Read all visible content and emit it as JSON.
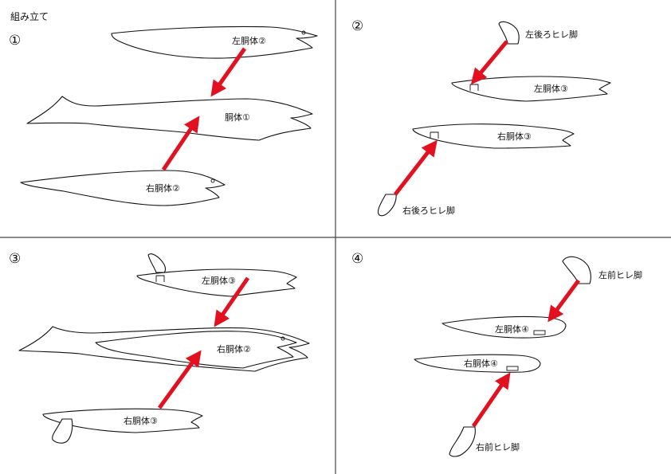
{
  "title": "組み立て",
  "colors": {
    "arrow": "#e3101f",
    "line": "#111111",
    "background": "#ffffff"
  },
  "steps": [
    {
      "number": "①",
      "labels": {
        "left_body_2": "左胴体②",
        "body_1": "胴体①",
        "right_body_2": "右胴体②"
      }
    },
    {
      "number": "②",
      "labels": {
        "left_rear_fin": "左後ろヒレ脚",
        "left_body_3": "左胴体③",
        "right_body_3": "右胴体③",
        "right_rear_fin": "右後ろヒレ脚"
      }
    },
    {
      "number": "③",
      "labels": {
        "left_body_3": "左胴体③",
        "right_body_2": "右胴体②",
        "right_body_3": "右胴体③"
      }
    },
    {
      "number": "④",
      "labels": {
        "left_front_fin": "左前ヒレ脚",
        "left_body_4": "左胴体④",
        "right_body_4": "右胴体④",
        "right_front_fin": "右前ヒレ脚"
      }
    }
  ]
}
